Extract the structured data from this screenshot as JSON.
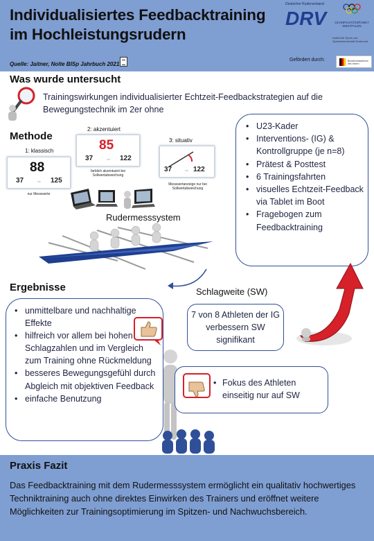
{
  "header": {
    "title_line1": "Individualisiertes Feedbacktraining",
    "title_line2": "im Hochleistungsrudern",
    "source": "Quelle: Jaitner, Nolte BISp Jahrbuch 2021",
    "drv_small": "Deutscher Ruderverband",
    "drv_logo": "DRV",
    "olympia_text": "OLYMPIASTÜTZPUNKT WESTFALEN",
    "institute_text": "Institut für Sport und Sportwissenschaft Dortmund",
    "gefoerdert": "Gefördert durch:",
    "bmi_text": "Bundesministerium des Innern"
  },
  "section_untersucht": {
    "heading": "Was wurde untersucht",
    "text": "Trainingswirkungen individualisierter Echtzeit-Feedbackstrategien auf die Bewegungstechnik im 2er ohne"
  },
  "section_methode": {
    "heading": "Methode",
    "panel1": {
      "label": "1: klassisch",
      "big": "88",
      "left": "37",
      "mid": "SW",
      "right": "125",
      "note": "nur Messwerte"
    },
    "panel2": {
      "label": "2: akzentuiert",
      "big": "85",
      "left": "37",
      "mid": "SW",
      "right": "122",
      "note": "farblich akzentuiert bei Sollwertabweichung"
    },
    "panel3": {
      "label": "3: situativ",
      "big": "",
      "left": "37",
      "mid": "SW",
      "right": "122",
      "note": "Messwertanzeige nur bei Sollwertabweichung"
    },
    "rms_label": "Rudermesssystem",
    "list": [
      "U23-Kader",
      "Interventions- (IG) & Kontrollgruppe (je n=8)",
      "Prätest & Posttest",
      "6 Trainingsfahrten",
      "visuelles Echtzeit-Feedback via Tablet im Boot",
      "Fragebogen zum Feedbacktraining"
    ]
  },
  "section_ergebnisse": {
    "heading": "Ergebnisse",
    "list": [
      "unmittelbare und nachhaltige Effekte",
      "hilfreich vor allem bei hohen Schlagzahlen und im Vergleich zum Training ohne Rückmeldung",
      "besseres Bewegungsgefühl durch Abgleich mit objektiven Feedback",
      "einfache Benutzung"
    ],
    "sw_label": "Schlagweite (SW)",
    "sw_result": "7 von 8 Athleten der IG verbessern SW signifikant",
    "negative": "Fokus des Athleten einseitig nur auf SW"
  },
  "section_fazit": {
    "heading": "Praxis Fazit",
    "text": "Das Feedbacktraining mit dem Rudermesssystem ermöglicht ein qualitativ hochwertiges Techniktraining auch ohne direktes Einwirken des Trainers und eröffnet  weitere Möglichkeiten zur Trainingsoptimierung im Spitzen- und Nachwuchsbereich."
  },
  "colors": {
    "header_bg": "#7f9ed2",
    "accent_blue": "#2f4f98",
    "accent_red": "#d6202a"
  }
}
